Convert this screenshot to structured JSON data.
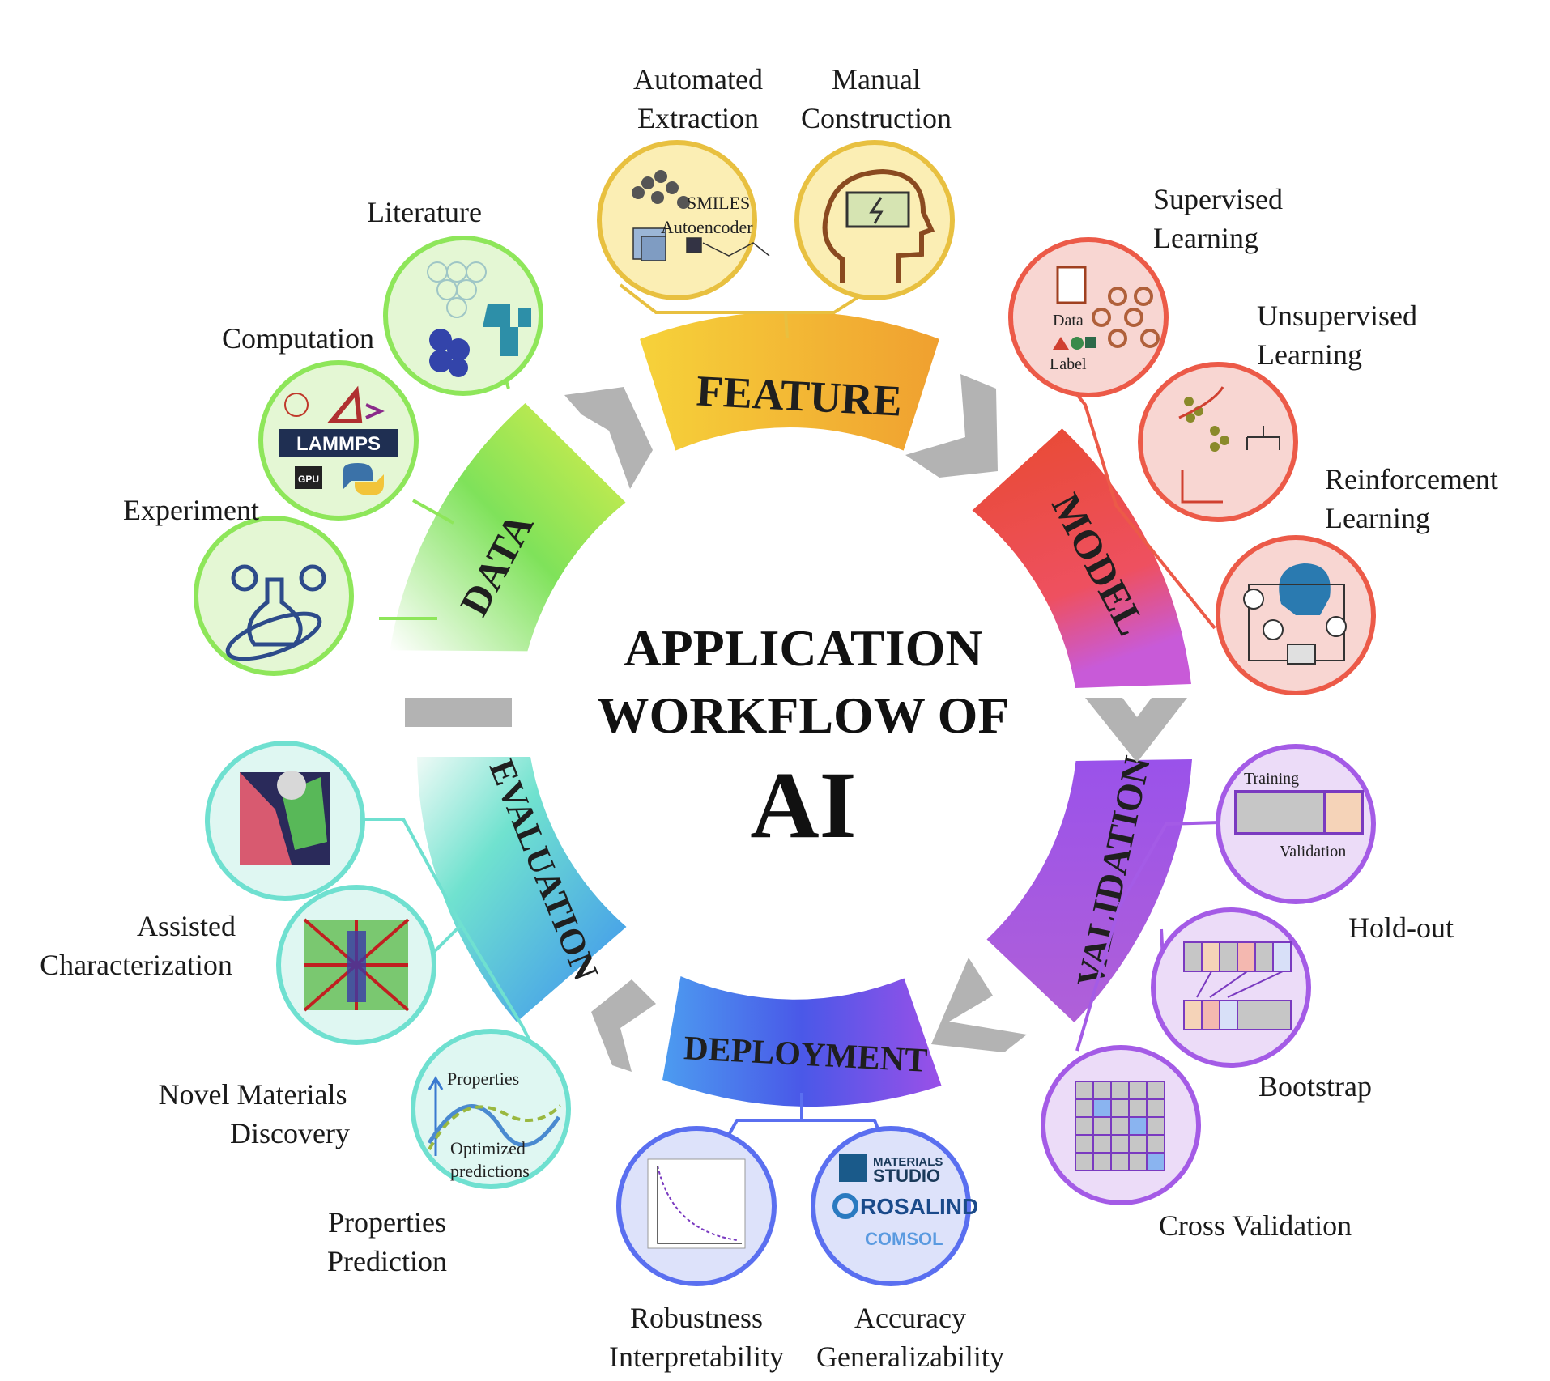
{
  "center": {
    "line1": "APPLICATION",
    "line2": "WORKFLOW OF",
    "line3": "AI"
  },
  "stages": {
    "data": "DATA",
    "feature": "FEATURE",
    "model": "MODEL",
    "validation": "VALIDATION",
    "deployment": "DEPLOYMENT",
    "evaluation": "EVALUATION"
  },
  "labels": {
    "automated1": "Automated",
    "automated2": "Extraction",
    "manual1": "Manual",
    "manual2": "Construction",
    "literature": "Literature",
    "computation": "Computation",
    "experiment": "Experiment",
    "supervised1": "Supervised",
    "supervised2": "Learning",
    "unsupervised1": "Unsupervised",
    "unsupervised2": "Learning",
    "reinforcement1": "Reinforcement",
    "reinforcement2": "Learning",
    "holdout": "Hold-out",
    "bootstrap": "Bootstrap",
    "crossval": "Cross Validation",
    "robust1": "Robustness",
    "robust2": "Interpretability",
    "accuracy1": "Accuracy",
    "accuracy2": "Generalizability",
    "assisted1": "Assisted",
    "assisted2": "Characterization",
    "novel1": "Novel Materials",
    "novel2": "Discovery",
    "props1": "Properties",
    "props2": "Prediction"
  },
  "icons": {
    "smiles": "SMILES",
    "autoencoder": "Autoencoder",
    "data": "Data",
    "label": "Label",
    "training": "Training",
    "validation": "Validation",
    "gpu": "GPU",
    "lammps": "LAMMPS",
    "materials": "MATERIALS",
    "studio": "STUDIO",
    "rosalind": "ROSALIND",
    "comsol": "COMSOL",
    "properties": "Properties",
    "optimized1": "Optimized",
    "optimized2": "predictions"
  },
  "colors": {
    "data": "#8ee65a",
    "feature": "#f2c232",
    "model": "#ec5a48",
    "validation": "#a45be6",
    "deployment": "#5a6ff0",
    "evaluation": "#6fe0d0",
    "arrow": "#b3b3b3"
  }
}
